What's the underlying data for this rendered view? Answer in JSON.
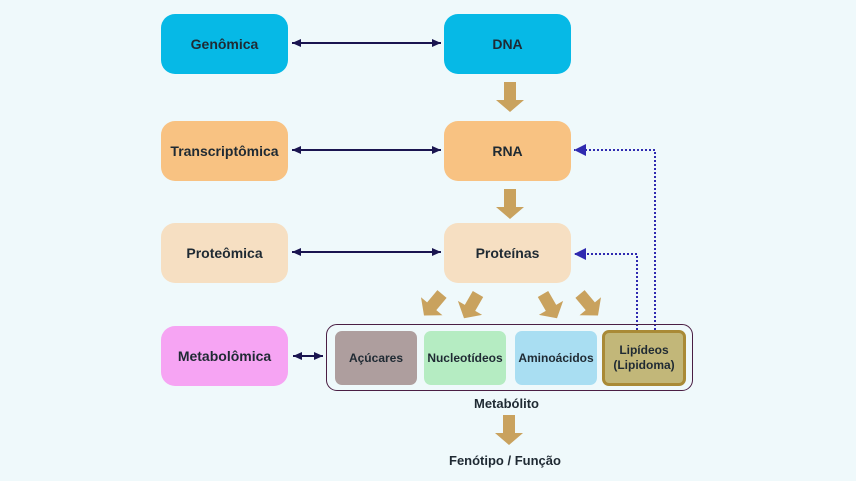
{
  "colors": {
    "background": "#eff9fb",
    "genomics": "#06b9e6",
    "transcriptomics": "#f8c282",
    "proteomics": "#f6dfc2",
    "metabolomics": "#f6a4f3",
    "sugars": "#ae9e9e",
    "nucleotides": "#b5ecc2",
    "amino_acids": "#a9def2",
    "lipids": "#c2b779",
    "flow_arrow": "#c9a25e",
    "double_arrow": "#1a1550",
    "feedback_arrow": "#2f2ab0"
  },
  "omics": {
    "genomics": "Genômica",
    "transcriptomics": "Transcriptômica",
    "proteomics": "Proteômica",
    "metabolomics": "Metabolômica"
  },
  "central": {
    "dna": "DNA",
    "rna": "RNA",
    "proteins": "Proteínas"
  },
  "metabolites": {
    "sugars": "Açúcares",
    "nucleotides": "Nucleotídeos",
    "amino_acids": "Aminoácidos",
    "lipids": "Lipídeos\n(Lipidoma)",
    "group_label": "Metabólito"
  },
  "outcome": "Fenótipo / Função"
}
